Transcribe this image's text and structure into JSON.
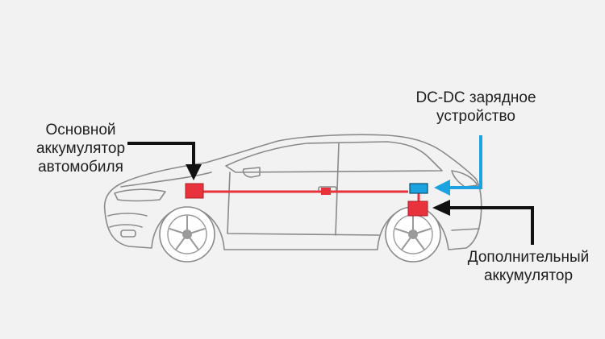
{
  "labels": {
    "main_battery": [
      "Основной",
      "аккумулятор",
      "автомобиля"
    ],
    "dcdc_charger": [
      "DC-DC зарядное",
      "устройство"
    ],
    "aux_battery": [
      "Дополнительный",
      "аккумулятор"
    ]
  },
  "colors": {
    "background": "#f2f2f2",
    "car_outline": "#8a8a8a",
    "wire": "#e8323c",
    "battery": "#e8323c",
    "charger": "#1aa3e0",
    "arrow_black": "#111111",
    "arrow_blue": "#1aa3e0",
    "label_text": "#1e1e1e"
  }
}
